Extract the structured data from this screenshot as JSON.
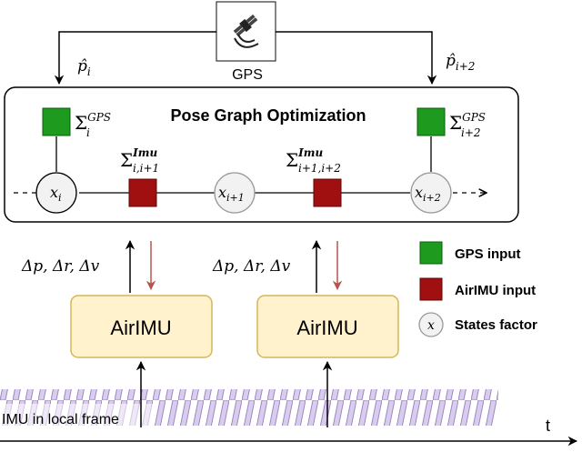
{
  "gps": {
    "label": "GPS",
    "icon": "satellite-icon",
    "left_measurement": {
      "base": "p̂",
      "sub": "i"
    },
    "right_measurement": {
      "base": "p̂",
      "sub": "i+2"
    }
  },
  "pose_graph": {
    "title": "Pose Graph Optimization",
    "gps_factor_left": {
      "base": "Σ",
      "sup": "GPS",
      "sub": "i"
    },
    "gps_factor_right": {
      "base": "Σ",
      "sup": "GPS",
      "sub": "i+2"
    },
    "imu_factor_left": {
      "base": "Σ",
      "sup": "Imu",
      "sub": "i,i+1"
    },
    "imu_factor_right": {
      "base": "Σ",
      "sup": "Imu",
      "sub": "i+1,i+2"
    },
    "state_nodes": [
      {
        "base": "x",
        "sub": "i"
      },
      {
        "base": "x",
        "sub": "i+1"
      },
      {
        "base": "x",
        "sub": "i+2"
      }
    ]
  },
  "airimu": {
    "blocks": [
      "AirIMU",
      "AirIMU"
    ],
    "output_label": {
      "d1": "Δp",
      "sep": ", ",
      "d2": "Δr",
      "d3": "Δv"
    }
  },
  "imu_input": {
    "label": "IMU in local frame"
  },
  "time_axis": {
    "label": "t"
  },
  "legend": {
    "items": [
      {
        "label": "GPS input",
        "color": "#1e9a1e"
      },
      {
        "label": "AirIMU input",
        "color": "#a01010"
      },
      {
        "label": "States factor",
        "symbol": "x"
      }
    ]
  },
  "colors": {
    "gps_green": "#1e9a1e",
    "imu_red": "#a01010",
    "airimu_fill": "#fff2cc",
    "airimu_stroke": "#d6b656",
    "hatch": "#b7a3d8",
    "feedback_arrow": "#b85450"
  }
}
